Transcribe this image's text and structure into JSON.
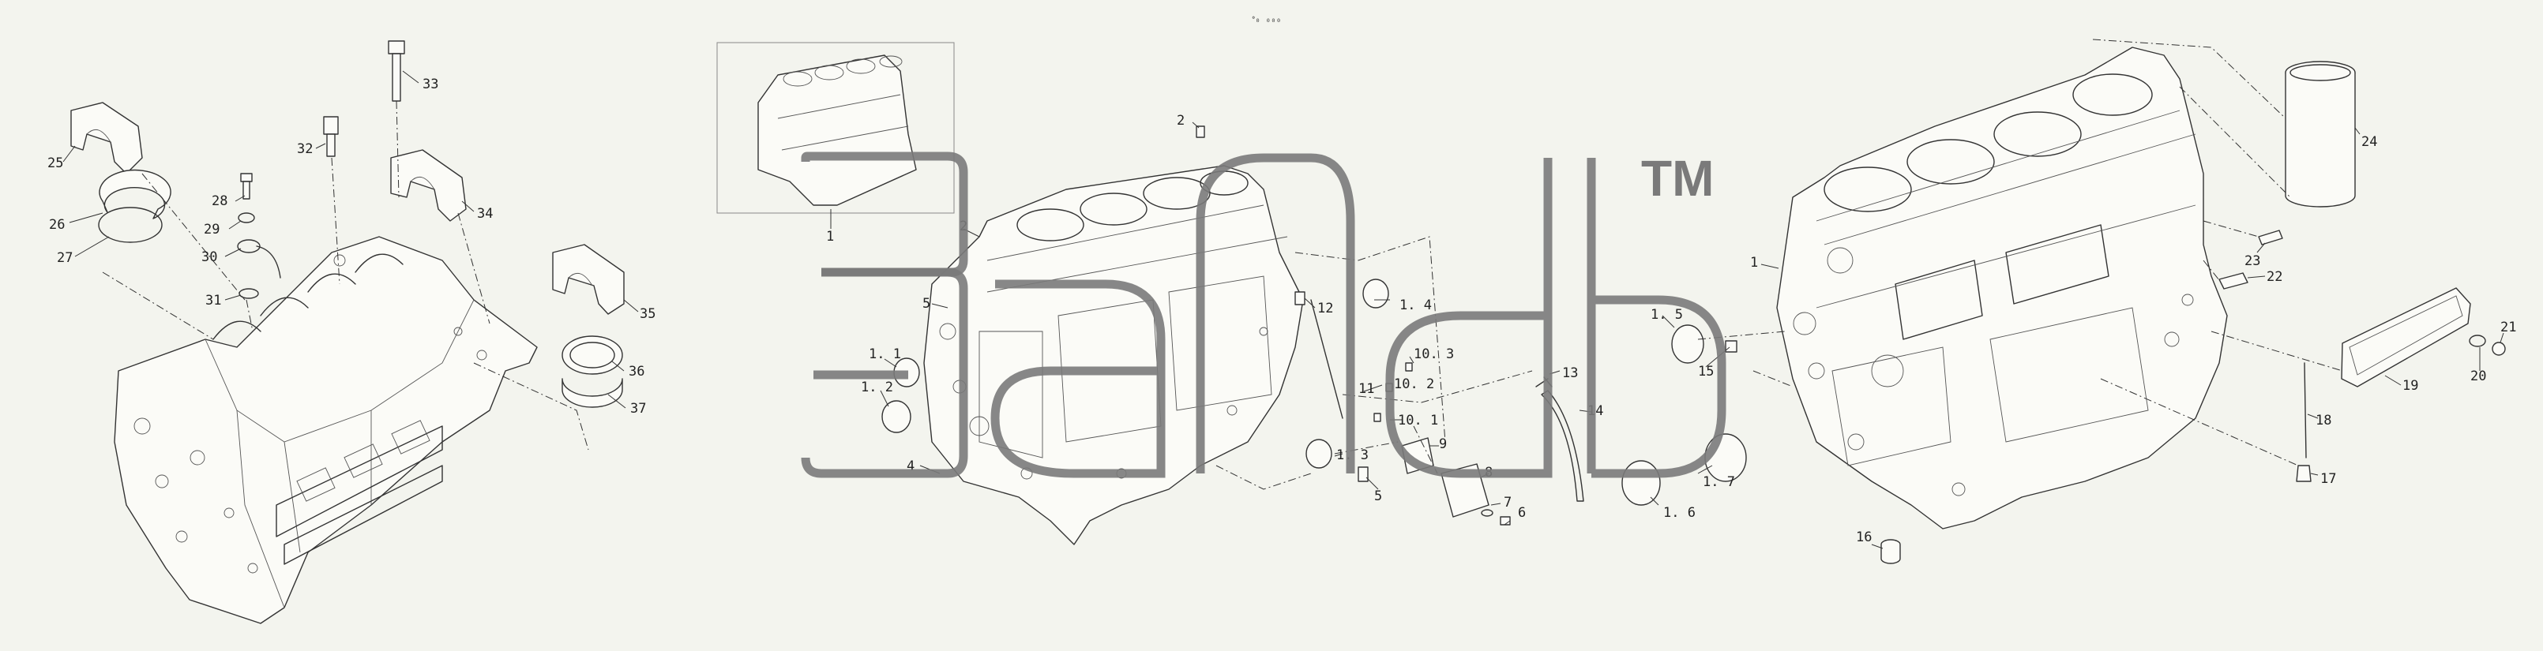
{
  "header": {
    "tag": "ᐤ₀ ₀₀₀"
  },
  "watermark": {
    "trademark": "TM"
  },
  "callouts": {
    "c1": "1",
    "c1b": "1",
    "c2": "2",
    "c2b": "2",
    "c4": "4",
    "c5": "5",
    "c5b": "5",
    "c6": "6",
    "c7": "7",
    "c8": "8",
    "c9": "9",
    "c10_1": "10. 1",
    "c10_2": "10. 2",
    "c10_3": "10. 3",
    "c11": "11",
    "c12": "12",
    "c13": "13",
    "c14": "14",
    "c15": "15",
    "c16": "16",
    "c17": "17",
    "c18": "18",
    "c19": "19",
    "c20": "20",
    "c21": "21",
    "c22": "22",
    "c23": "23",
    "c24": "24",
    "c25": "25",
    "c26": "26",
    "c27": "27",
    "c28": "28",
    "c29": "29",
    "c30": "30",
    "c31": "31",
    "c32": "32",
    "c33": "33",
    "c34": "34",
    "c35": "35",
    "c36": "36",
    "c37": "37",
    "c1_1": "1. 1",
    "c1_2": "1. 2",
    "c1_3": "1. 3",
    "c1_4": "1. 4",
    "c1_5": "1. 5",
    "c1_6": "1. 6",
    "c1_7": "1. 7"
  }
}
